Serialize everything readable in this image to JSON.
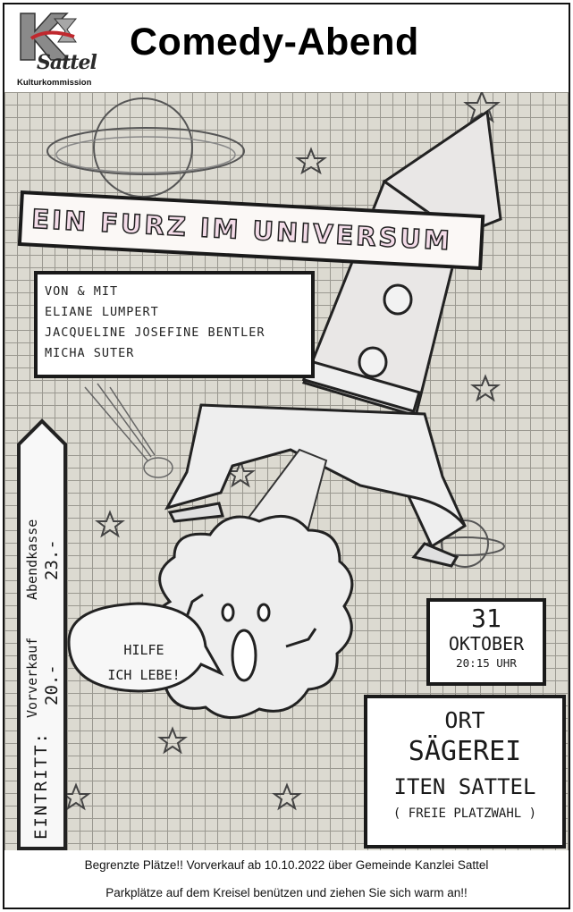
{
  "header": {
    "logo_word": "Sattel",
    "logo_subtitle": "Kulturkommission",
    "title": "Comedy-Abend"
  },
  "poster": {
    "show_title": "EIN FURZ IM UNIVERSUM",
    "cast": [
      "VON & MIT",
      "ELIANE LUMPERT",
      "JACQUELINE JOSEFINE BENTLER",
      "MICHA SUTER"
    ],
    "ticket": {
      "label": "EINTRITT:",
      "presale_label": "Vorverkauf",
      "presale_price": "20.-",
      "evening_label": "Abendkasse",
      "evening_price": "23.-"
    },
    "speech_bubble": [
      "HILFE",
      "ICH LEBE!"
    ],
    "date": {
      "day": "31",
      "month": "OKTOBER",
      "time": "20:15 UHR"
    },
    "venue": {
      "label": "ORT",
      "name": "SÄGEREI",
      "place": "ITEN SATTEL",
      "note": "( FREIE PLATZWAHL )"
    }
  },
  "footer": {
    "line1": "Begrenzte Plätze!! Vorverkauf ab 10.10.2022 über Gemeinde Kanzlei Sattel",
    "line2": "Parkplätze auf dem Kreisel benützen und ziehen Sie sich warm an!!"
  },
  "colors": {
    "grid_paper": "#dcdad1",
    "ink": "#1a1a1a",
    "title_fill_pink": "#f3dbe8",
    "logo_red": "#c0282e"
  }
}
